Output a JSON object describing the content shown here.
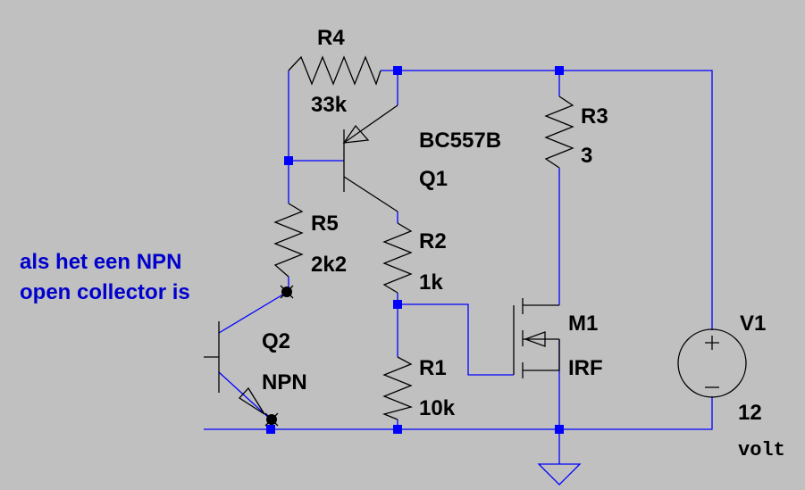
{
  "colors": {
    "background": "#c0c0c0",
    "wire": "#0000ff",
    "component": "#000000",
    "note": "#0000cc"
  },
  "components": {
    "r4": {
      "name": "R4",
      "value": "33k"
    },
    "r3": {
      "name": "R3",
      "value": "3"
    },
    "q1": {
      "name": "Q1",
      "model": "BC557B"
    },
    "r5": {
      "name": "R5",
      "value": "2k2"
    },
    "r2": {
      "name": "R2",
      "value": "1k"
    },
    "r1": {
      "name": "R1",
      "value": "10k"
    },
    "m1": {
      "name": "M1",
      "model": "IRF"
    },
    "q2": {
      "name": "Q2",
      "model": "NPN"
    },
    "v1": {
      "name": "V1",
      "value": "12",
      "unit": "volt"
    }
  },
  "note": {
    "line1": "als het een NPN",
    "line2": "open collector is"
  }
}
